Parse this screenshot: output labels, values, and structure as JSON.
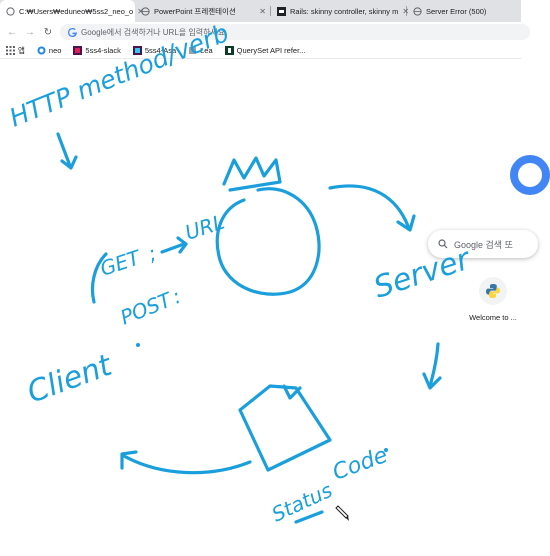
{
  "tabs": [
    {
      "title": "C:₩Users₩eduneo₩5ss2_neo_o",
      "active": true,
      "icon": "file-icon"
    },
    {
      "title": "PowerPoint 프레젠테이션",
      "active": false,
      "icon": "globe-icon"
    },
    {
      "title": "Rails: skinny controller, skinny m",
      "active": false,
      "icon": "site-icon"
    },
    {
      "title": "Server Error (500)",
      "active": false,
      "icon": "globe-icon"
    }
  ],
  "omnibox": {
    "text": "Google에서 검색하거나 URL을 입력하세요."
  },
  "bookmarks": [
    {
      "label": "앱",
      "icon": "apps-grid-icon"
    },
    {
      "label": "neo",
      "icon": "neo-icon"
    },
    {
      "label": "5ss4-slack",
      "icon": "slack-icon"
    },
    {
      "label": "5ss4-Asa",
      "icon": "asana-icon"
    },
    {
      "label": "Lea",
      "icon": "bookmark-icon"
    },
    {
      "label": "QuerySet API refer...",
      "icon": "django-icon"
    }
  ],
  "google_search": {
    "placeholder": "Google 검색 또"
  },
  "shortcut": {
    "label": "Welcome to ..."
  },
  "annotations": {
    "title": "HTTP method/verb",
    "get": "GET",
    "url": "URL",
    "post": "POST",
    "client": "Client",
    "server": "Server",
    "status": "Status",
    "code": "Code"
  },
  "colors": {
    "ink": "#1a9fdc",
    "tab_bg": "#dfe1e5"
  }
}
